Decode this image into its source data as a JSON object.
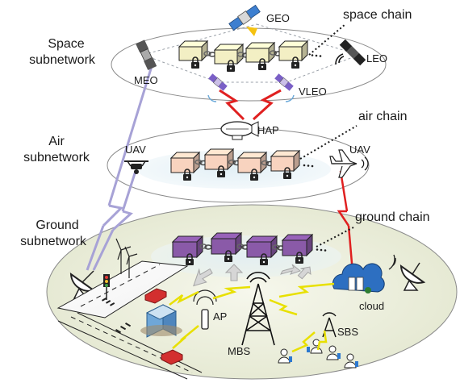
{
  "layers": {
    "space": {
      "title_line1": "Space",
      "title_line2": "subnetwork",
      "chain_label": "space chain"
    },
    "air": {
      "title_line1": "Air",
      "title_line2": "subnetwork",
      "chain_label": "air chain"
    },
    "ground": {
      "title_line1": "Ground",
      "title_line2": "subnetwork",
      "chain_label": "ground chain"
    }
  },
  "nodes": {
    "geo": "GEO",
    "leo": "LEO",
    "meo": "MEO",
    "vleo": "VLEO",
    "hap": "HAP",
    "uav_left": "UAV",
    "uav_right": "UAV",
    "ap": "AP",
    "mbs": "MBS",
    "sbs": "SBS",
    "cloud": "cloud"
  },
  "colors": {
    "space_block": "#f3efc4",
    "air_block": "#f8d3bf",
    "ground_block": "#8a5aa8",
    "ground_ellipse": "#e9ecd7",
    "wireless_yellow": "#e8e000",
    "wireless_red": "#e02020",
    "link_violet": "#a7a2d6"
  }
}
